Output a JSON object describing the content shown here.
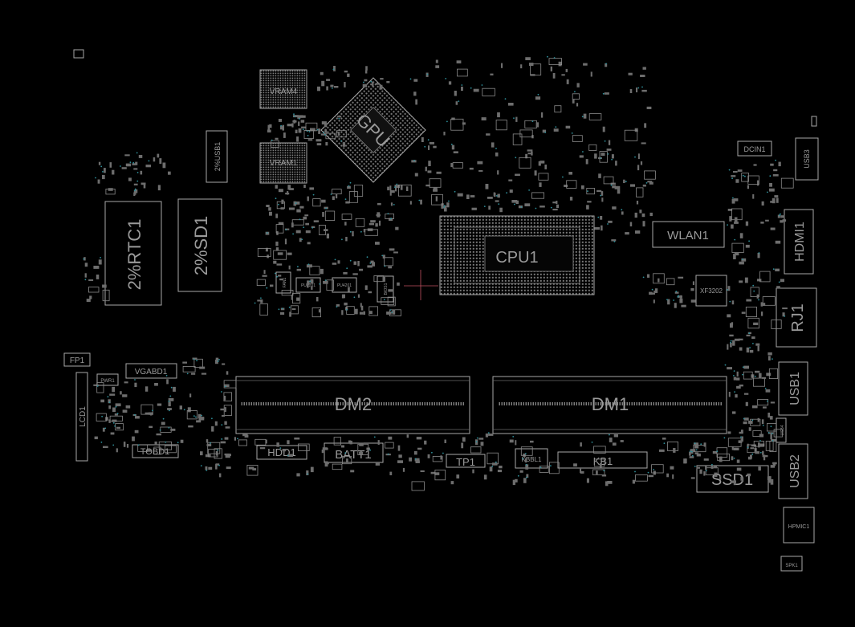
{
  "components": {
    "vram4": "VRAM4",
    "vram1": "VRAM1",
    "gpu": "GPU",
    "cpu": "CPU1",
    "usb1_top": "2%USB1",
    "rtc": "2%RTC1",
    "sd": "2%SD1",
    "dcin": "DCIN1",
    "usb3": "USB3",
    "wlan": "WLAN1",
    "hdmi": "HDMI1",
    "xf": "XF3202",
    "rj": "RJ1",
    "usb1": "USB1",
    "usb2": "USB2",
    "ssd": "SSD1",
    "hpmic": "HPMIC1",
    "spk": "SPK1",
    "fp": "FP1",
    "lcd": "LCD1",
    "vgabd": "VGABD1",
    "pwr": "PWR1",
    "tobd": "TOBD1",
    "hdd": "HDD1",
    "batt": "BATT1",
    "tp": "TP1",
    "kbbl": "KBBL1",
    "kb": "KB1",
    "dm2": "DM2",
    "dm1": "DM1",
    "fan": "FAN1",
    "bios": "BIOS1",
    "pu3": "PU3201",
    "pu4": "PU4201",
    "usb4": "USB4"
  },
  "colors": {
    "background": "#000000",
    "outline": "#a8a8a8",
    "label": "#9a9a9a",
    "via": "#2e8f9a",
    "marker": "#c05060"
  }
}
